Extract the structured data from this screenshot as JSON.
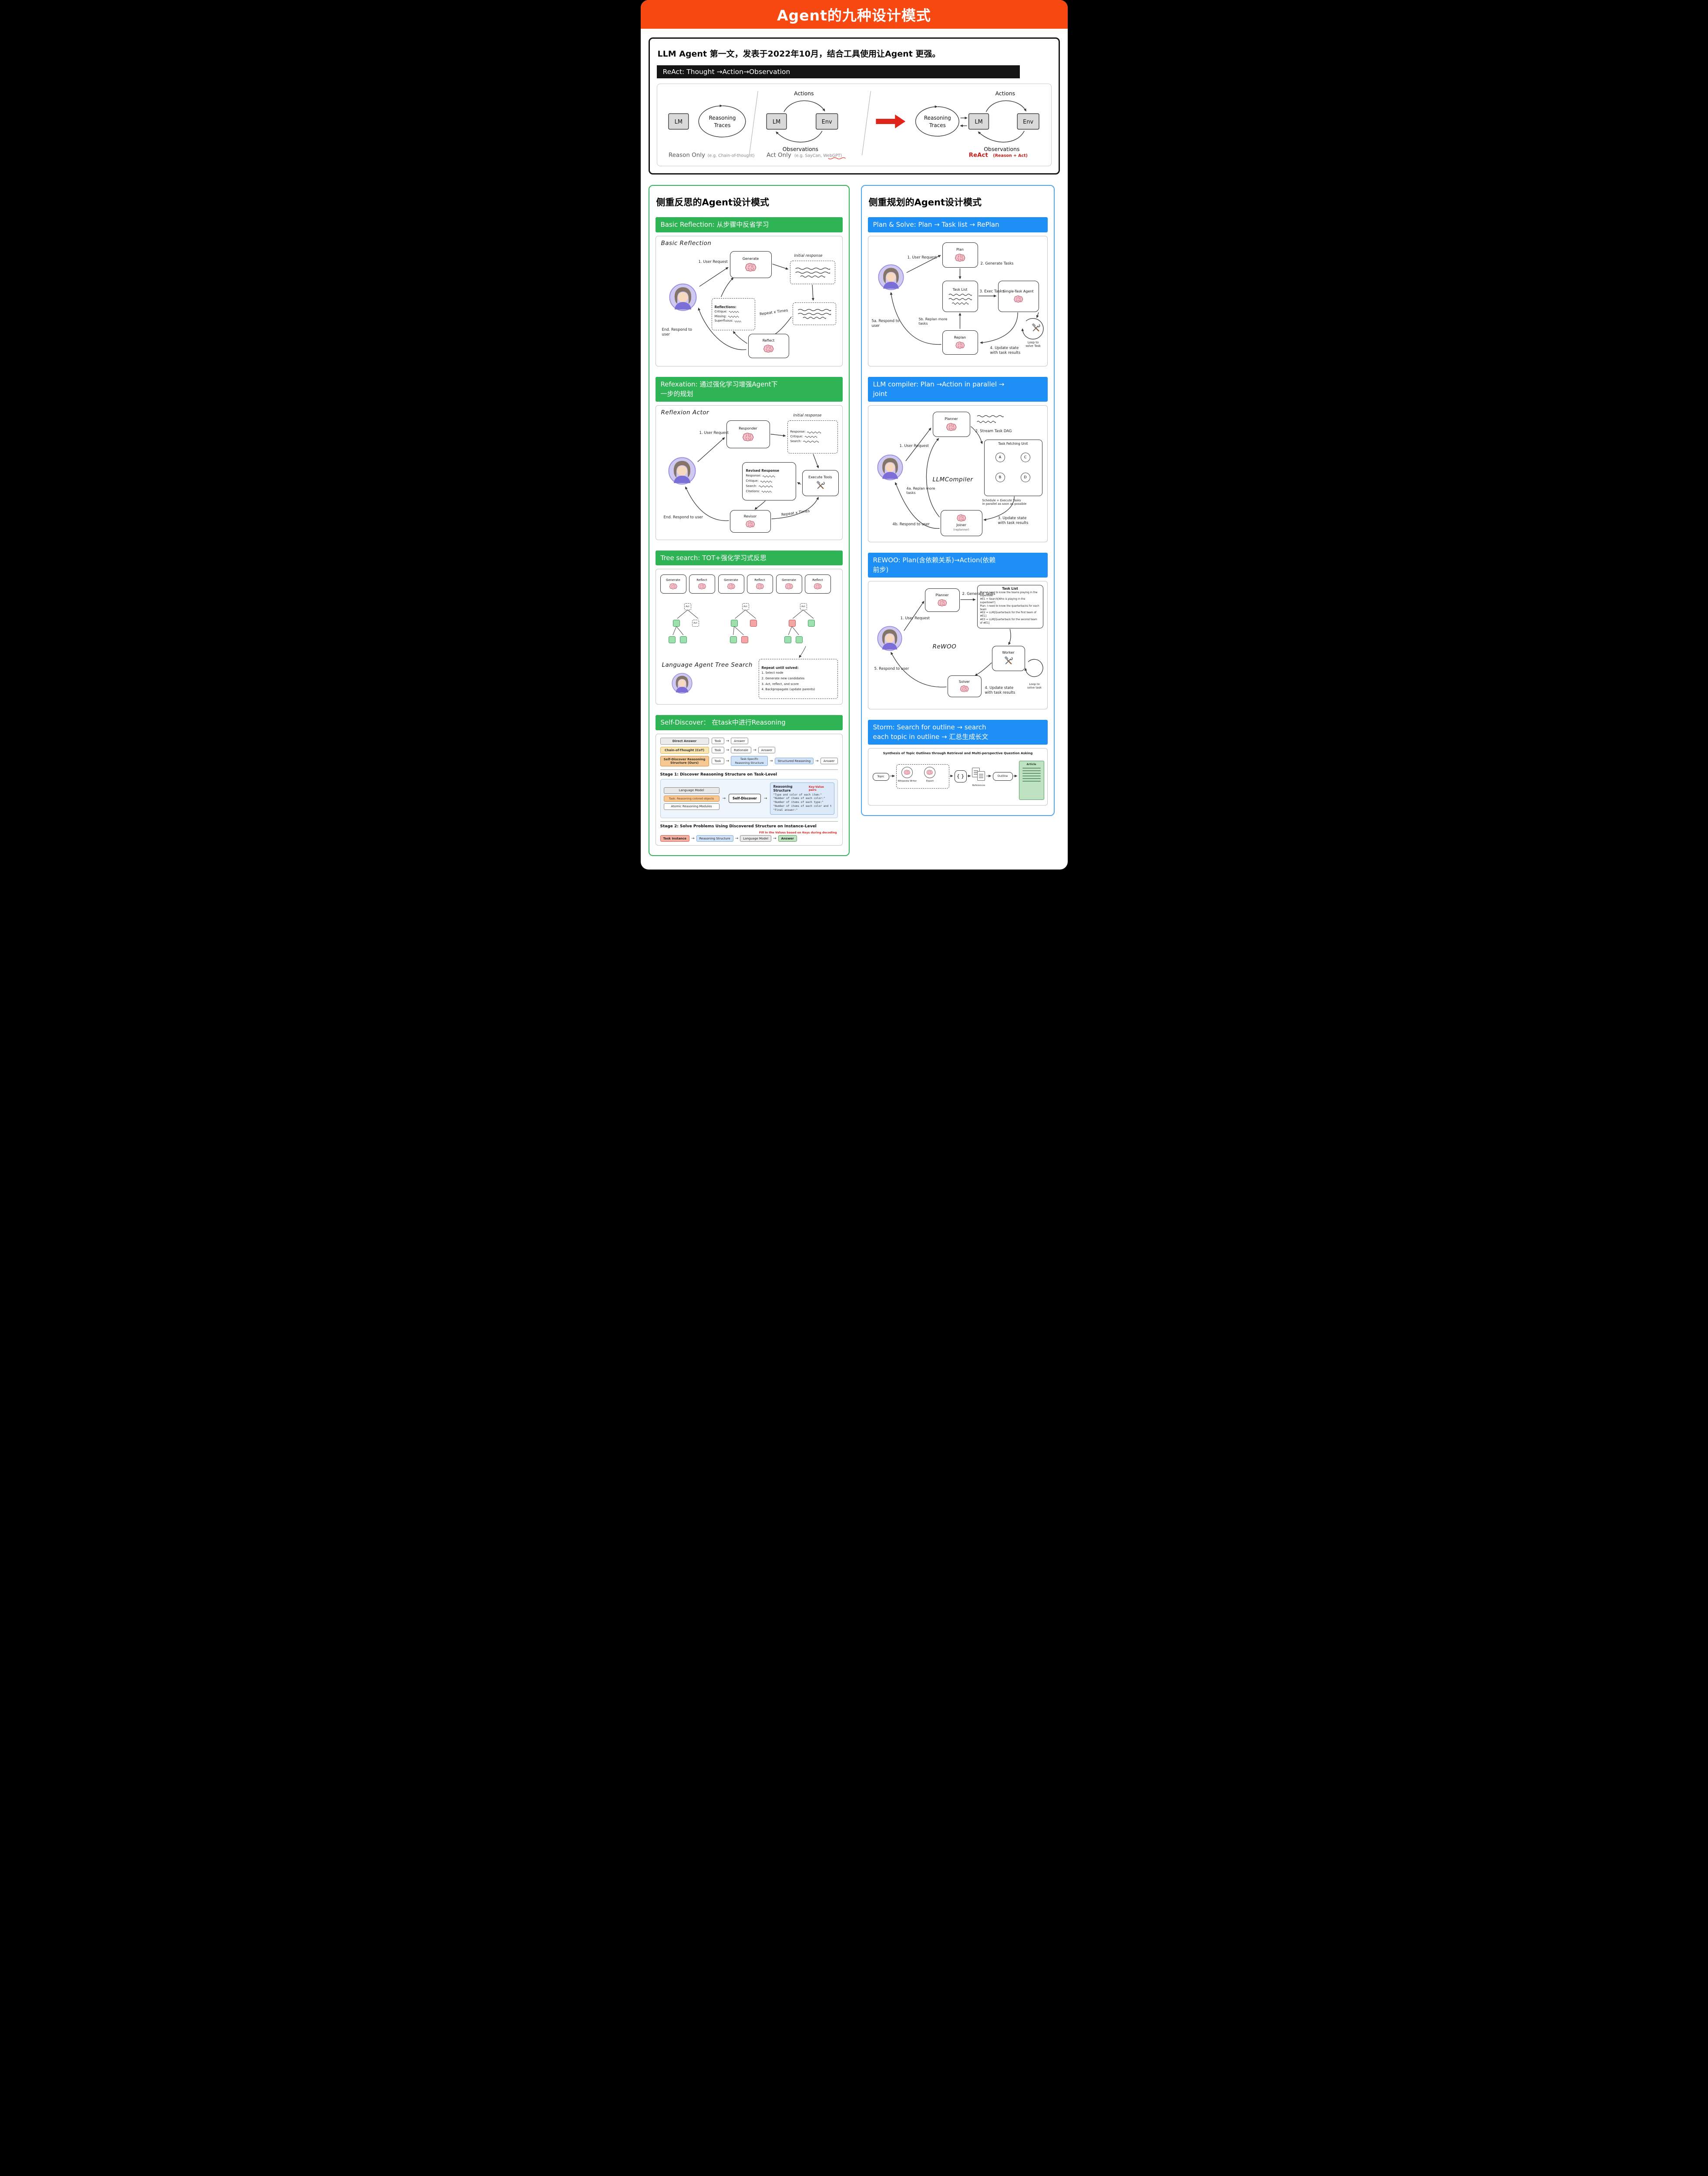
{
  "page": {
    "title": "Agent的九种设计模式"
  },
  "glyphs": {
    "arrow": "→",
    "braces": "{ }"
  },
  "colors": {
    "header_bg": "#F84811",
    "reflection_green": "#2EB454",
    "planning_blue": "#1E8FF5",
    "planning_border": "#4DA3F7",
    "react_red": "#C41E17"
  },
  "react_card": {
    "heading": "LLM Agent 第一文，发表于2022年10月，结合工具使用让Agent 更强。",
    "banner": "ReAct: Thought →Action→Observation",
    "reason_only": {
      "lm": "LM",
      "loop1": "Reasoning",
      "loop2": "Traces",
      "caption": "Reason Only",
      "note": "(e.g. Chain-of-thought)"
    },
    "act_only": {
      "lm": "LM",
      "env": "Env",
      "actions": "Actions",
      "observations": "Observations",
      "caption": "Act Only",
      "note_pre": "(e.g. SayCan, ",
      "note_red": "WebGPT",
      "note_post": ")"
    },
    "react": {
      "lm": "LM",
      "env": "Env",
      "loop1": "Reasoning",
      "loop2": "Traces",
      "actions": "Actions",
      "observations": "Observations",
      "caption": "ReAct",
      "note": "(Reason + Act)"
    }
  },
  "reflection_column": {
    "title": "侧重反思的Agent设计模式",
    "basic_reflection": {
      "banner": "Basic Reflection: 从步骤中反省学习",
      "diagram_title": "Basic Reflection",
      "user_request": "1. User Request",
      "generate": "Generate",
      "initial_response": "Initial response",
      "reflections": "Reflections:",
      "reflection_items": [
        "Critique:",
        "Missing:",
        "Superfluous:"
      ],
      "repeat": "Repeat x Times",
      "reflect": "Reflect",
      "respond": "End. Respond to user"
    },
    "reflexion": {
      "banner": "Refexation: 通过强化学习增强Agent下\n一步的规划",
      "diagram_title": "Reflexion Actor",
      "user_request": "1. User Request",
      "responder": "Responder",
      "initial_response": "Initial response",
      "initial_items": [
        "Response:",
        "Critique:",
        "Search:"
      ],
      "revised_response": "Revised Response",
      "revised_items": [
        "Response:",
        "Critique:",
        "Search:",
        "Citations:"
      ],
      "execute_tools": "Execute Tools",
      "revisor": "Revisor",
      "repeat": "Repeat x Times",
      "respond": "End. Respond to user"
    },
    "tree_search": {
      "banner": "Tree search:  TOT+强化学习式反思",
      "generate": "Generate",
      "reflect": "Reflect",
      "act": "Act",
      "diagram_title": "Language Agent Tree Search",
      "note_title": "Repeat until solved:",
      "note_items": [
        "1. Select node",
        "2. Generate new candidates",
        "3. Act, reflect, and score",
        "4. Backpropagate (update parents)"
      ]
    },
    "self_discover": {
      "banner": "Self-Discover： 在task中进行Reasoning",
      "row1_label": "Direct Answer",
      "row2_label": "Chain-of-Thought (CoT)",
      "row3_label": "Self-Discover Reasoning Structure (Ours)",
      "task": "Task",
      "answer": "Answer",
      "rationale": "Rationale",
      "task_specific": "Task-Specific Reasoning Structure",
      "structured_reasoning": "Structured Reasoning",
      "stage1": "Stage 1: Discover Reasoning Structure on Task-Level",
      "language_model": "Language Model",
      "task_tag": "Task: Reasoning colored objects",
      "atomic_modules": "Atomic Reasoning Modules",
      "self_discover_label": "Self-Discover",
      "structure_title": "Reasoning Structure",
      "key_value": "Key-Value pairs",
      "structure_lines": [
        "\"Type and color of each item:\"",
        "\"Number of items of each color:\"",
        "\"Number of items of each type:\"",
        "\"Number of items of each color and type:\"",
        "\"Final answer:\""
      ],
      "stage2": "Stage 2: Solve Problems Using Discovered Structure on Instance-Level",
      "fill_note": "Fill in the Values based on Keys during decoding",
      "task_instance": "Task Instance",
      "structure2": "Reasoning Structure",
      "language_model2": "Language Model",
      "answer2": "Answer"
    }
  },
  "planning_column": {
    "title": "侧重规划的Agent设计模式",
    "plan_solve": {
      "banner": "Plan & Solve: Plan → Task list → RePlan",
      "user_request": "1. User Request",
      "plan": "Plan",
      "generate_tasks": "2. Generate Tasks",
      "task_list": "Task List",
      "exec_tasks": "3. Exec Tasks",
      "single_task_agent": "Single-Task Agent",
      "loop": "Loop to\nsolve Task",
      "replan_more": "5b. Replan more tasks",
      "replan": "Replan",
      "respond": "5a. Respond to user",
      "update_state": "4. Update state\nwith task results"
    },
    "llm_compiler": {
      "banner": "LLM compiler: Plan →Action in parallel →\njoint",
      "planner": "Planner",
      "stream_dag": "2. Stream Task DAG",
      "user_request": "1. User Request",
      "compiler_title": "LLMCompiler",
      "task_fetching_unit": "Task Fetching Unit",
      "dag_nodes": [
        "A",
        "B",
        "C",
        "D"
      ],
      "schedule": "Schedule + Execute Tasks\nin parallel as soon as possible",
      "replan_more": "4a. Replan more tasks",
      "update_state": "3. Update state\nwith task results",
      "respond": "4b. Respond to user",
      "joiner": "Joiner",
      "joiner_sub": "(replanner)"
    },
    "rewoo": {
      "banner": "REWOO: Plan(含依赖关系)→Action(依赖\n前步)",
      "planner": "Planner",
      "generate_tasks": "2. Generate Tasks",
      "task_list": "Task List",
      "task_lines": [
        "Plan: I need to know the teams playing in the superbowl",
        "#E1 = Search[Who is playing in the superbowl?]",
        "Plan: I need to know the quarterbacks for each team",
        "#E2 = LLM[Quarterback for the first team of #E1]",
        "#E3 = LLM[Quarterback for the second team of #E1]"
      ],
      "user_request": "1. User Request",
      "rewoo_title": "ReWOO",
      "worker": "Worker",
      "loop": "Loop to\nsolve task",
      "respond": "5. Respond to user",
      "solver": "Solver",
      "update_state": "4. Update state\nwith task results"
    },
    "storm": {
      "banner": "Storm: Search for outline → search\neach topic in outline → 汇总生成长文",
      "diagram_title": "Synthesis of Topic Outlines through Retrieval and Multi-perspective Question Asking",
      "topic": "Topic",
      "writer": "Wikipedia Writer",
      "expert": "Expert",
      "references": "References",
      "outline": "Outline",
      "article": "Article"
    }
  }
}
